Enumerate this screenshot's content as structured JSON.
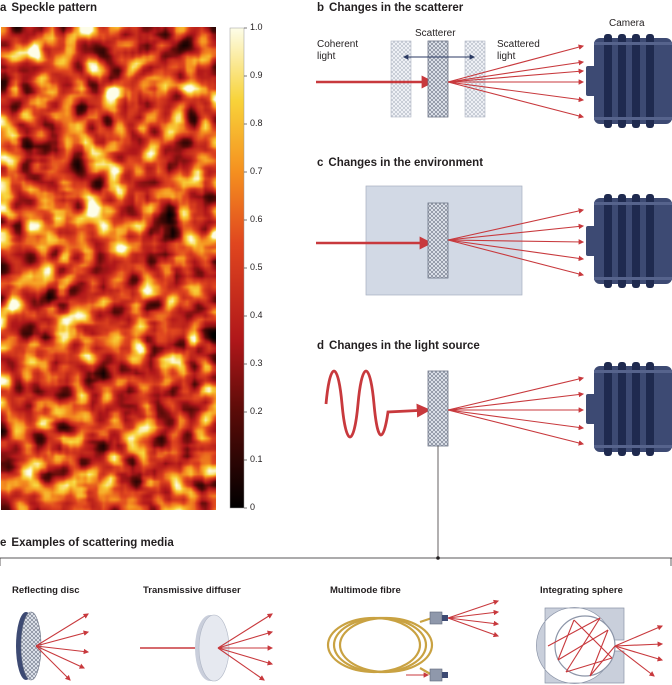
{
  "panel_a": {
    "letter": "a",
    "title": "Speckle pattern",
    "colorbar_ticks": [
      "1.0",
      "0.9",
      "0.8",
      "0.7",
      "0.6",
      "0.5",
      "0.4",
      "0.3",
      "0.2",
      "0.1",
      "0"
    ]
  },
  "panel_b": {
    "letter": "b",
    "title": "Changes in the scatterer",
    "label_coherent": "Coherent",
    "label_light": "light",
    "label_scatterer": "Scatterer",
    "label_scattered": "Scattered",
    "label_scattered_light": "light",
    "label_camera": "Camera"
  },
  "panel_c": {
    "letter": "c",
    "title": "Changes in the environment"
  },
  "panel_d": {
    "letter": "d",
    "title": "Changes in the light source"
  },
  "panel_e": {
    "letter": "e",
    "title": "Examples of scattering media",
    "media": [
      {
        "label": "Reflecting disc"
      },
      {
        "label": "Transmissive diffuser"
      },
      {
        "label": "Multimode fibre"
      },
      {
        "label": "Integrating sphere"
      }
    ]
  },
  "colors": {
    "ray": "#c8393d",
    "camera_body": "#3d4a73",
    "camera_fins": "#1f2a4f",
    "scatterer_fill": "#dfe4ee",
    "environment_box": "#d2d9e5",
    "fibre": "#c9a242"
  }
}
